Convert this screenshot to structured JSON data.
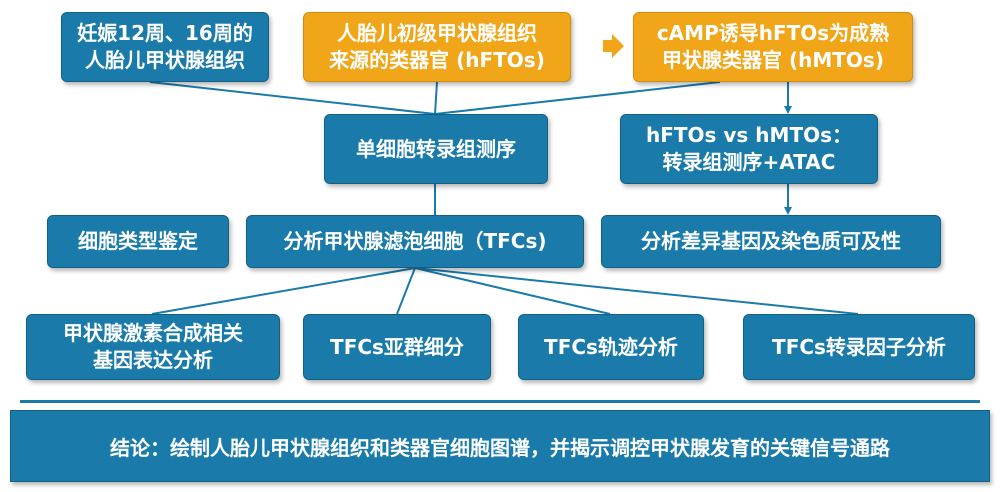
{
  "colors": {
    "primary_blue": "#1a7bab",
    "accent_orange": "#f1a619",
    "arrow_orange": "#f1a619"
  },
  "nodes": {
    "tissue": "妊娠12周、16周的\n人胎儿甲状腺组织",
    "hftos": "人胎儿初级甲状腺组织\n来源的类器官 (hFTOs)",
    "hmtos": "cAMP诱导hFTOs为成熟\n甲状腺类器官 (hMTOs)",
    "scrna": "单细胞转录组测序",
    "compare": "hFTOs vs hMTOs：\n转录组测序+ATAC",
    "celltype": "细胞类型鉴定",
    "tfc": "分析甲状腺滤泡细胞（TFCs)",
    "diff": "分析差异基因及染色质可及性",
    "hormone": "甲状腺激素合成相关\n基因表达分析",
    "subgroup": "TFCs亚群细分",
    "trajectory": "TFCs轨迹分析",
    "tf": "TFCs转录因子分析"
  },
  "conclusion": "结论：绘制人胎儿甲状腺组织和类器官细胞图谱，并揭示调控甲状腺发育的关键信号通路"
}
